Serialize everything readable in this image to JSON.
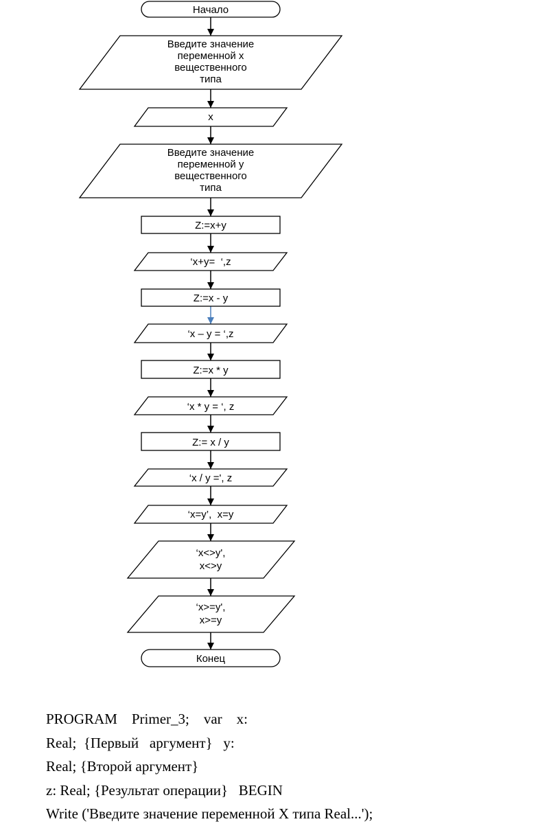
{
  "flowchart": {
    "start": "Начало",
    "input_x_prompt": [
      "Введите значение",
      "переменной x",
      "вещественного",
      "типа"
    ],
    "input_x": "x",
    "input_y_prompt": [
      "Введите значение",
      "переменной y",
      "вещественного",
      "типа"
    ],
    "assign_sum": "Z:=x+y",
    "output_sum": "‘x+y=  ‘,z",
    "assign_diff": "Z:=x - y",
    "output_diff": "‘x – y = ‘,z",
    "assign_mul": "Z:=x * y",
    "output_mul": "‘x * y = ‘, z",
    "assign_div": "Z:= x / y",
    "output_div": "‘x / y =', z",
    "output_eq": "‘x=y’,  x=y",
    "output_neq": [
      "‘x<>y',",
      "x<>y"
    ],
    "output_gte": [
      "‘x>=y',",
      "x>=y"
    ],
    "end": "Конец",
    "colors": {
      "line": "#000000",
      "accent_arrow": "#4a7ebb"
    }
  },
  "code": {
    "lines": [
      "PROGRAM    Primer_3;    var    x:",
      "Real;  {Первый   аргумент}   y:",
      "Real; {Второй аргумент}",
      "z: Real; {Результат операции}   BEGIN",
      "Write ('Введите значение переменной X типа Real...');"
    ]
  }
}
